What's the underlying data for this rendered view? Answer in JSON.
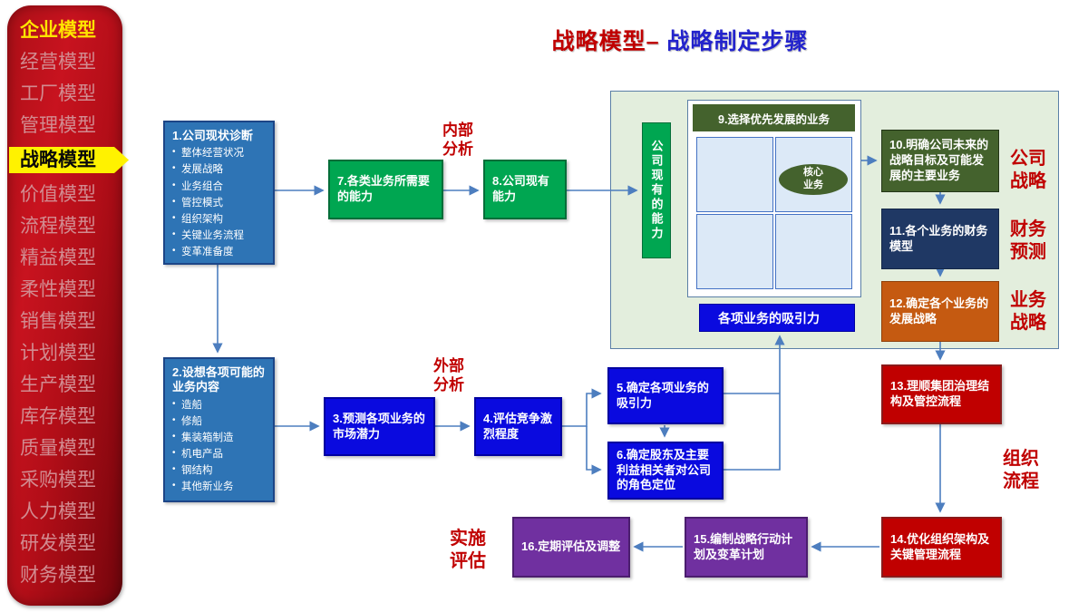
{
  "sidebar": {
    "items": [
      {
        "label": "企业模型",
        "style": "header"
      },
      {
        "label": "经营模型"
      },
      {
        "label": "工厂模型"
      },
      {
        "label": "管理模型"
      },
      {
        "label": "战略模型",
        "style": "active"
      },
      {
        "label": "价值模型"
      },
      {
        "label": "流程模型"
      },
      {
        "label": "精益模型"
      },
      {
        "label": "柔性模型"
      },
      {
        "label": "销售模型"
      },
      {
        "label": "计划模型"
      },
      {
        "label": "生产模型"
      },
      {
        "label": "库存模型"
      },
      {
        "label": "质量模型"
      },
      {
        "label": "采购模型"
      },
      {
        "label": "人力模型"
      },
      {
        "label": "研发模型"
      },
      {
        "label": "财务模型"
      }
    ]
  },
  "title": {
    "part1": "战略模型–",
    "part2": " 战略制定步骤"
  },
  "labels": {
    "internal": "内部分析",
    "external": "外部分析",
    "corporate": "公司战略",
    "finance": "财务预测",
    "business": "业务战略",
    "org": "组织流程",
    "impl": "实施评估"
  },
  "flow": {
    "box1": {
      "title": "1.公司现状诊断",
      "bullets": [
        "整体经营状况",
        "发展战略",
        "业务组合",
        "管控模式",
        "组织架构",
        "关键业务流程",
        "变革准备度"
      ]
    },
    "box2": {
      "title": "2.设想各项可能的业务内容",
      "bullets": [
        "造船",
        "修船",
        "集装箱制造",
        "机电产品",
        "钢结构",
        "其他新业务"
      ]
    },
    "box3": {
      "label": "3.预测各项业务的市场潜力"
    },
    "box4": {
      "label": "4.评估竞争激烈程度"
    },
    "box5": {
      "label": "5.确定各项业务的吸引力"
    },
    "box6": {
      "label": "6.确定股东及主要利益相关者对公司的角色定位"
    },
    "box7": {
      "label": "7.各类业务所需要的能力"
    },
    "box8": {
      "label": "8.公司现有能力"
    },
    "box9": {
      "label": "9.选择优先发展的业务"
    },
    "core": {
      "label": "核心业务"
    },
    "capability": {
      "label": "公司现有的能力"
    },
    "attract": {
      "label": "各项业务的吸引力"
    },
    "box10": {
      "label": "10.明确公司未来的战略目标及可能发展的主要业务"
    },
    "box11": {
      "label": "11.各个业务的财务模型"
    },
    "box12": {
      "label": "12.确定各个业务的发展战略"
    },
    "box13": {
      "label": "13.理顺集团治理结构及管控流程"
    },
    "box14": {
      "label": "14.优化组织架构及关键管理流程"
    },
    "box15": {
      "label": "15.编制战略行动计划及变革计划"
    },
    "box16": {
      "label": "16.定期评估及调整"
    }
  },
  "colors": {
    "sidebar_red": "#c0131f",
    "highlight_yellow": "#fff200",
    "title_red": "#c00000",
    "title_blue": "#2323cc",
    "list_blue": "#2e74b5",
    "green": "#00a651",
    "bright_blue": "#0a0adf",
    "panel_bg": "#e3eedd",
    "olive_green": "#44622d",
    "navy": "#1f3864",
    "orange": "#c55a11",
    "red": "#c00000",
    "purple": "#7030a0",
    "arrow_blue": "#4d7ebf",
    "matrix_cell": "#dce9f7"
  }
}
